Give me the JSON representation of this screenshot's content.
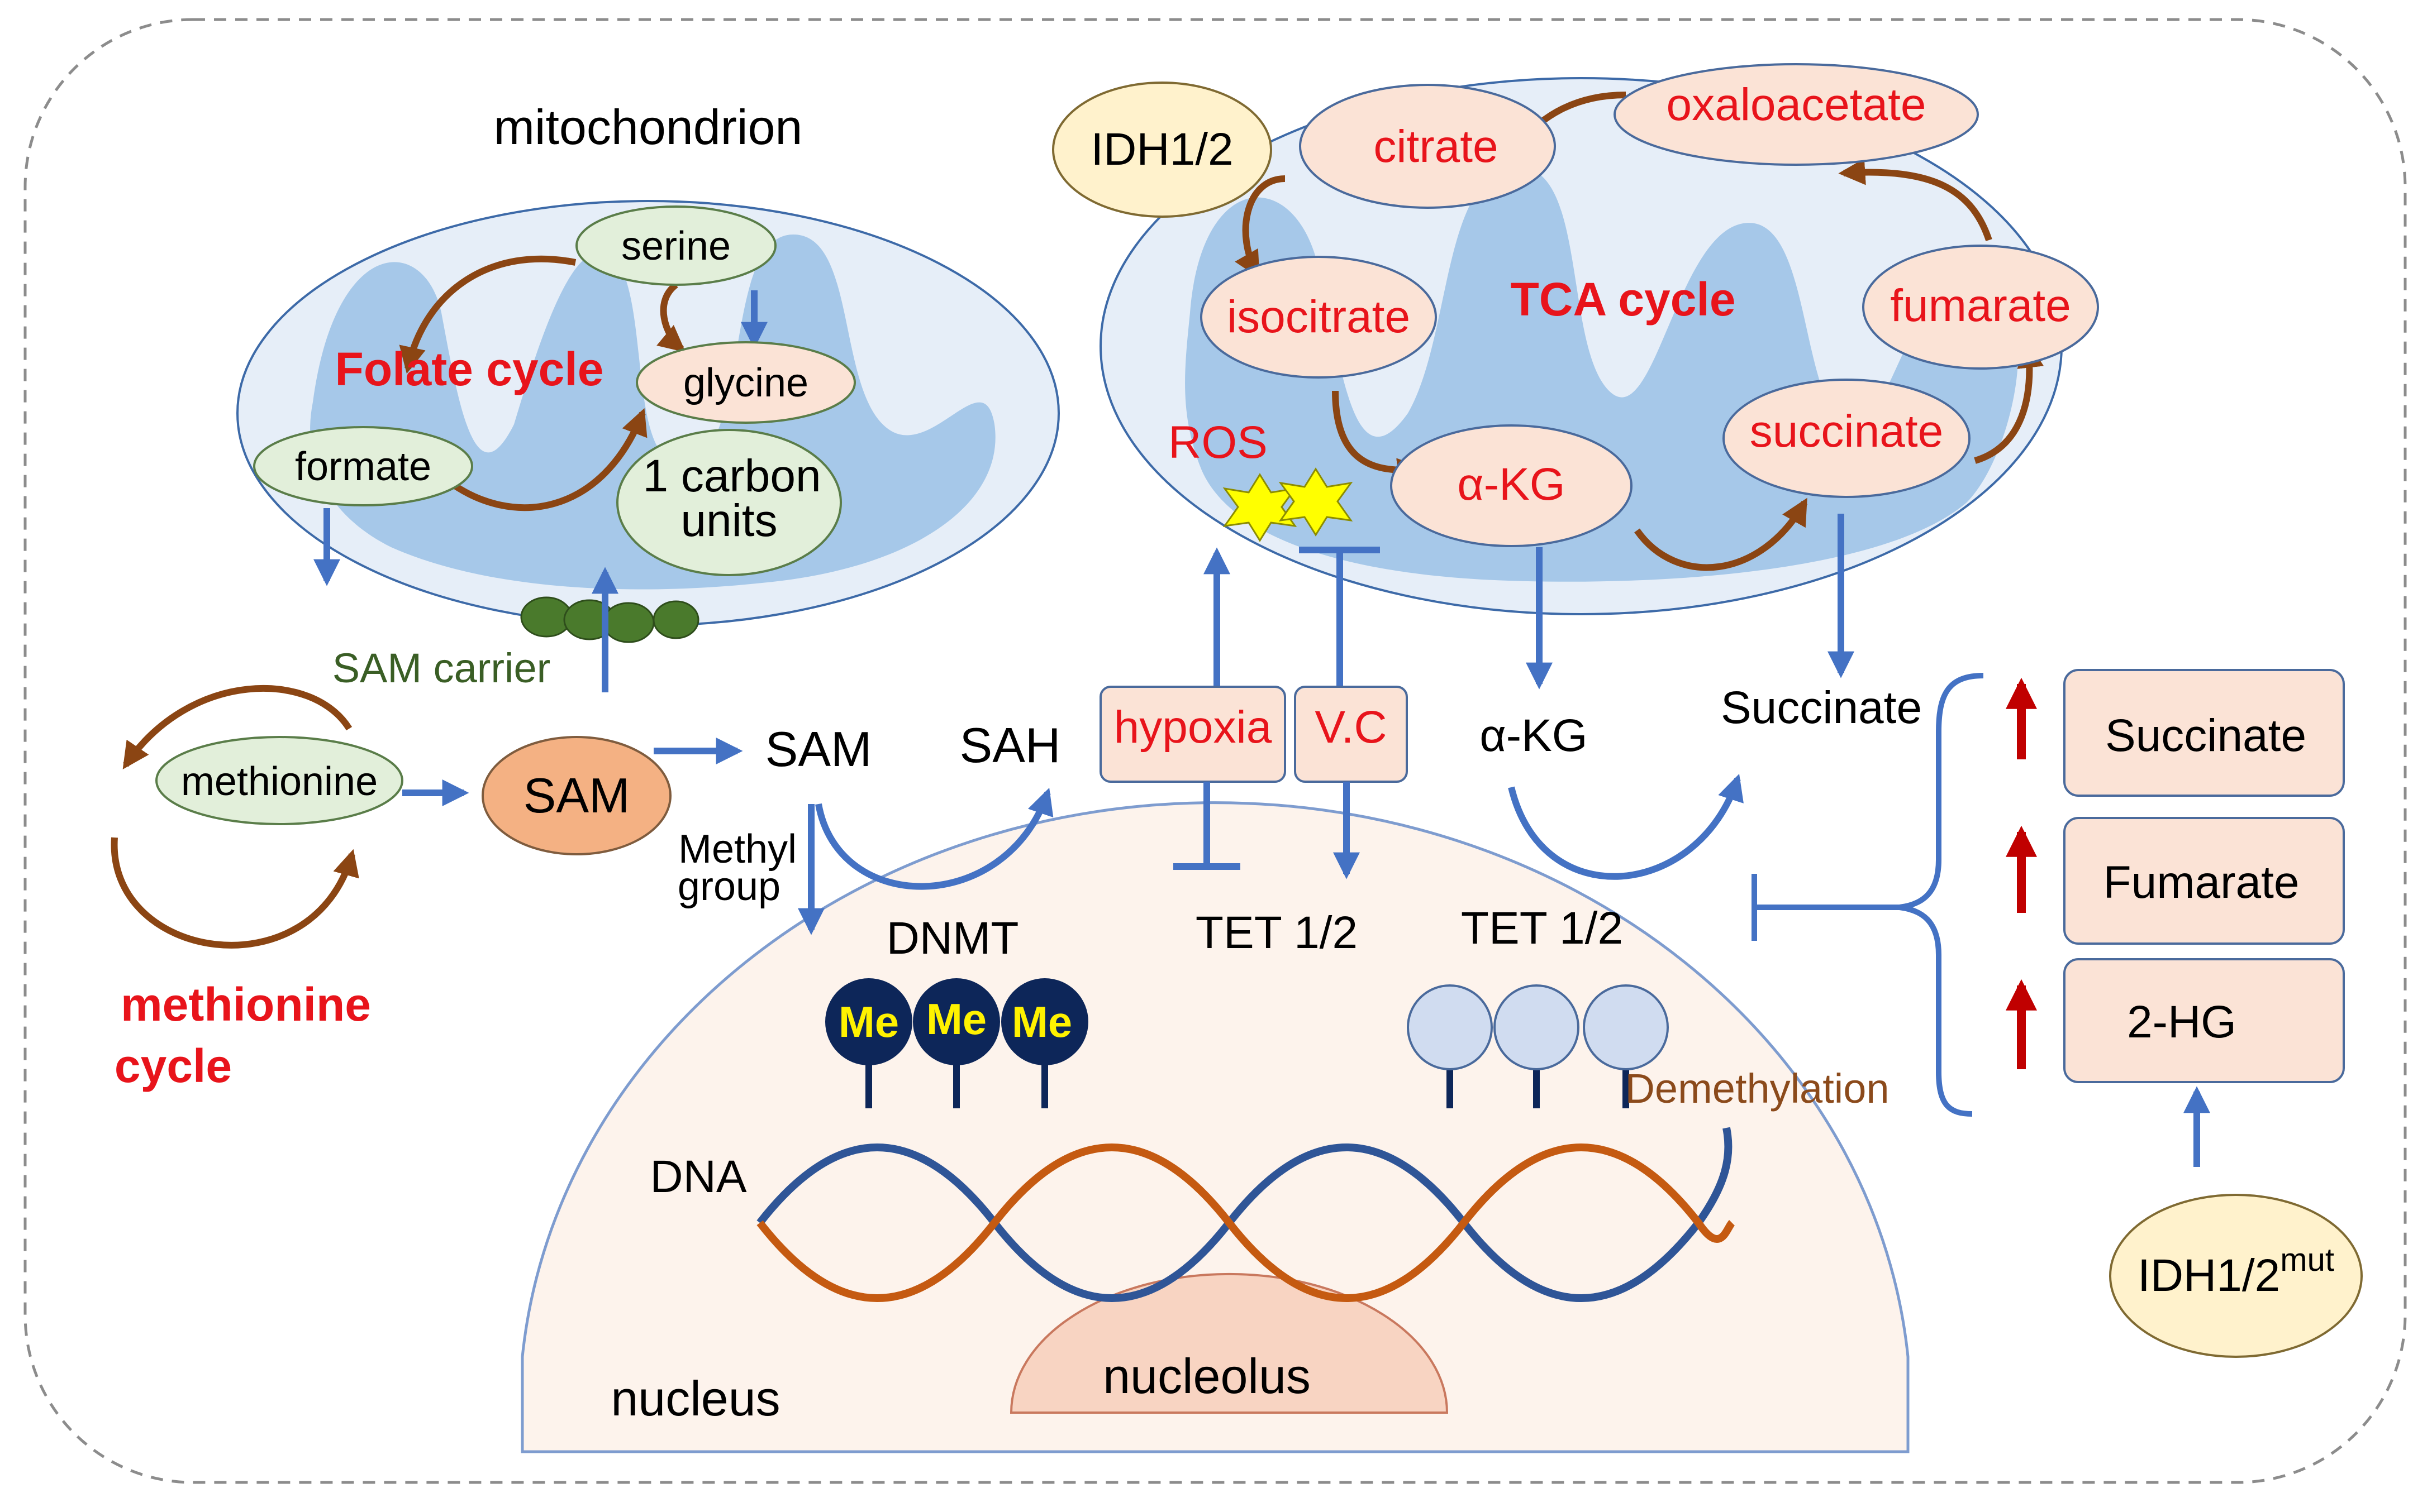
{
  "labels": {
    "mitochondrion": "mitochondrion",
    "folate_cycle": "Folate cycle",
    "serine": "serine",
    "glycine": "glycine",
    "formate": "formate",
    "one_carbon_line1": "1 carbon",
    "one_carbon_line2": "units",
    "sam_carrier": "SAM carrier",
    "methionine": "methionine",
    "methionine_cycle_line1": "methionine",
    "methionine_cycle_line2": "cycle",
    "sam_node": "SAM",
    "sam_text": "SAM",
    "sah_text": "SAH",
    "methyl_line1": "Methyl",
    "methyl_line2": "group",
    "dnmt": "DNMT",
    "me": "Me",
    "dna": "DNA",
    "nucleus": "nucleus",
    "nucleolus": "nucleolus",
    "idh12": "IDH1/2",
    "citrate": "citrate",
    "oxaloacetate": "oxaloacetate",
    "isocitrate": "isocitrate",
    "tca_cycle": "TCA cycle",
    "fumarate": "fumarate",
    "succinate": "succinate",
    "akg": "α-KG",
    "ros": "ROS",
    "hypoxia": "hypoxia",
    "vc": "V.C",
    "akg_text": "α-KG",
    "succinate_text": "Succinate",
    "tet_left": "TET 1/2",
    "tet_right": "TET 1/2",
    "demethylation": "Demethylation",
    "box_succinate": "Succinate",
    "box_fumarate": "Fumarate",
    "box_2hg": "2-HG",
    "idh_mut_base": "IDH1/2",
    "idh_mut_sup": "mut"
  },
  "colors": {
    "mito_fill": "#e6eef8",
    "mito_texture": "#9fc3e7",
    "tca_node_fill": "#fbe3d6",
    "green_node_fill": "#e2efda",
    "yellow_node_fill": "#fff2cc",
    "sam_node_fill": "#f4b183",
    "nucleus_fill": "#fdf3ec",
    "nucleolus_fill": "#f8d4c2",
    "me_fill": "#0d2659",
    "unmethylated_fill": "#d0dcf0",
    "blue_arrow": "#4472c4",
    "brown_arrow": "#8b4513",
    "red_arrow": "#c00000",
    "red_text": "#e8141b"
  }
}
